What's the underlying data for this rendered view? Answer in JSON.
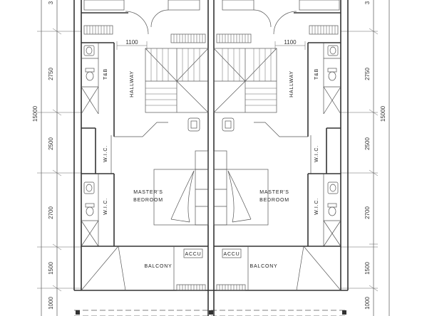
{
  "labels": {
    "hallway": "HALLWAY",
    "tb": "T&B",
    "wic": "W.I.C.",
    "master_line1": "MASTER'S",
    "master_line2": "BEDROOM",
    "balcony": "BALCONY",
    "accu": "ACCU",
    "stair_width": "1100"
  },
  "dimensions": {
    "overall": "15000",
    "top": "3",
    "segments": [
      "2750",
      "2500",
      "2700",
      "1500",
      "1000"
    ]
  }
}
